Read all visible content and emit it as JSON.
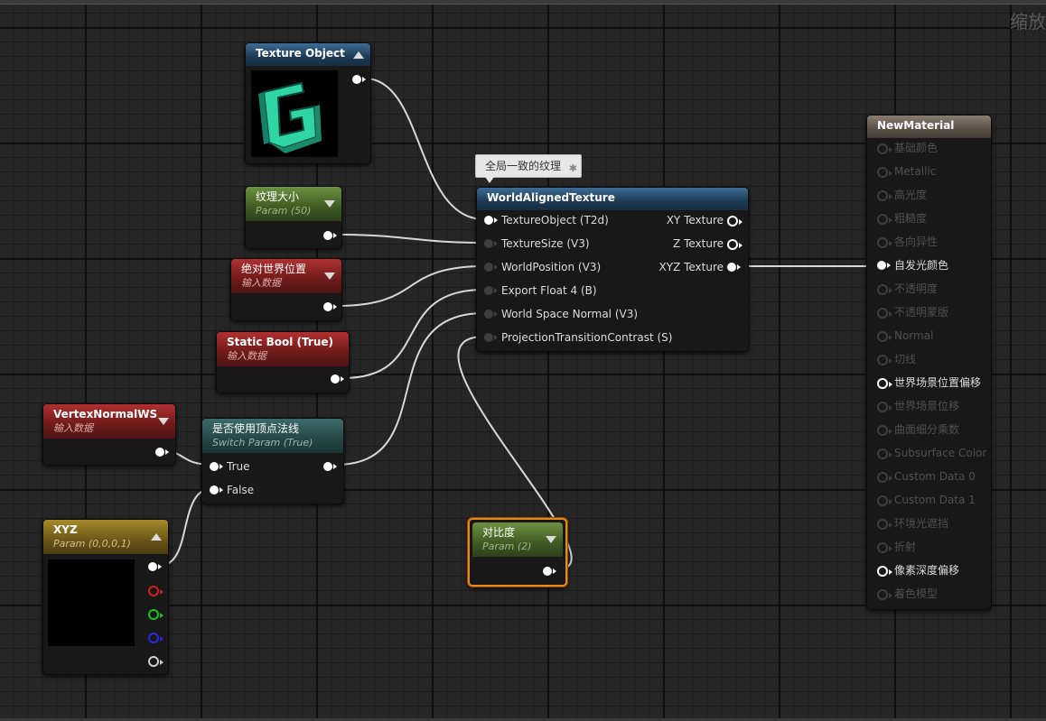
{
  "canvas": {
    "zoom_label": "缩放"
  },
  "comment": {
    "text": "全局一致的纹理"
  },
  "nodes": {
    "texture_object": {
      "title": "Texture Object"
    },
    "texture_size": {
      "title": "纹理大小",
      "subtitle": "Param (50)"
    },
    "abs_world_position": {
      "title": "绝对世界位置",
      "subtitle": "输入数据"
    },
    "static_bool": {
      "title": "Static Bool (True)",
      "subtitle": "输入数据"
    },
    "vertex_normal_ws": {
      "title": "VertexNormalWS",
      "subtitle": "输入数据"
    },
    "switch_param": {
      "title": "是否使用顶点法线",
      "subtitle": "Switch Param (True)",
      "inputs": [
        "True",
        "False"
      ]
    },
    "xyz": {
      "title": "XYZ",
      "subtitle": "Param (0,0,0,1)"
    },
    "contrast": {
      "title": "对比度",
      "subtitle": "Param (2)"
    },
    "world_aligned_texture": {
      "title": "WorldAlignedTexture",
      "inputs": [
        "TextureObject (T2d)",
        "TextureSize (V3)",
        "WorldPosition (V3)",
        "Export Float 4 (B)",
        "World Space Normal (V3)",
        "ProjectionTransitionContrast (S)"
      ],
      "outputs": [
        "XY Texture",
        "Z Texture",
        "XYZ Texture"
      ]
    },
    "new_material": {
      "title": "NewMaterial",
      "inputs": [
        "基础颜色",
        "Metallic",
        "高光度",
        "粗糙度",
        "各向异性",
        "自发光颜色",
        "不透明度",
        "不透明蒙版",
        "Normal",
        "切线",
        "世界场景位置偏移",
        "世界场景位移",
        "曲面细分乘数",
        "Subsurface Color",
        "Custom Data 0",
        "Custom Data 1",
        "环境光遮挡",
        "折射",
        "像素深度偏移",
        "着色模型"
      ],
      "connected": [
        false,
        false,
        false,
        false,
        false,
        true,
        false,
        false,
        false,
        false,
        true,
        false,
        false,
        false,
        false,
        false,
        false,
        false,
        true,
        false
      ]
    }
  },
  "colors": {
    "wire": "#d8d8d8",
    "selected": "#e8891e",
    "logo_green": "#3be6b0"
  }
}
